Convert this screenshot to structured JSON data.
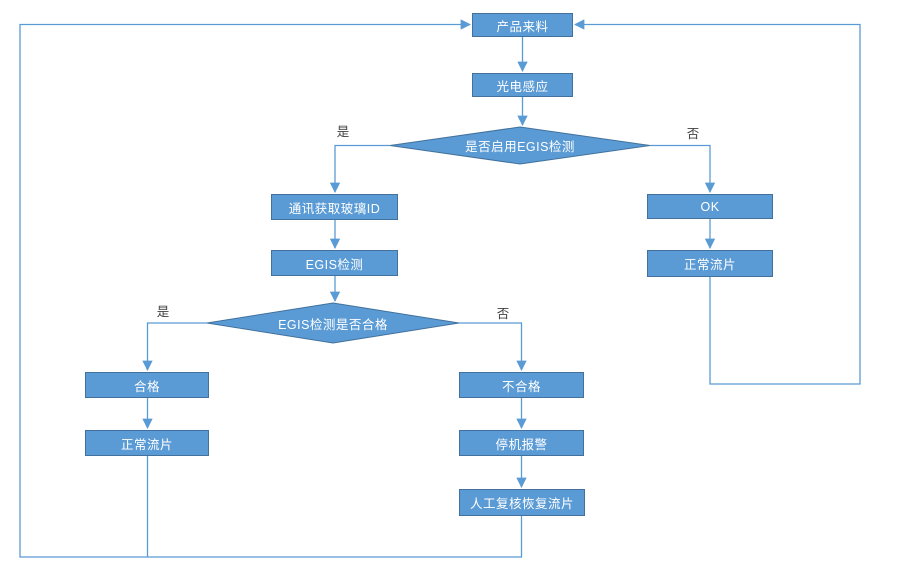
{
  "colors": {
    "node_fill": "#5b9bd5",
    "node_border": "#41719c",
    "connector": "#5b9bd5",
    "node_text": "#ffffff",
    "edge_label_text": "#404040",
    "background": "#ffffff"
  },
  "nodes": {
    "start": {
      "label": "产品来料"
    },
    "photo_sensor": {
      "label": "光电感应"
    },
    "decision_enable_egis": {
      "label": "是否启用EGIS检测"
    },
    "get_glass_id": {
      "label": "通讯获取玻璃ID"
    },
    "egis_check": {
      "label": "EGIS检测"
    },
    "decision_egis_pass": {
      "label": "EGIS检测是否合格"
    },
    "qualified": {
      "label": "合格"
    },
    "normal_flow_left": {
      "label": "正常流片"
    },
    "unqualified": {
      "label": "不合格"
    },
    "stop_alarm": {
      "label": "停机报警"
    },
    "manual_review": {
      "label": "人工复核恢复流片"
    },
    "ok": {
      "label": "OK"
    },
    "normal_flow_right": {
      "label": "正常流片"
    }
  },
  "edge_labels": {
    "enable_yes": "是",
    "enable_no": "否",
    "pass_yes": "是",
    "pass_no": "否"
  }
}
